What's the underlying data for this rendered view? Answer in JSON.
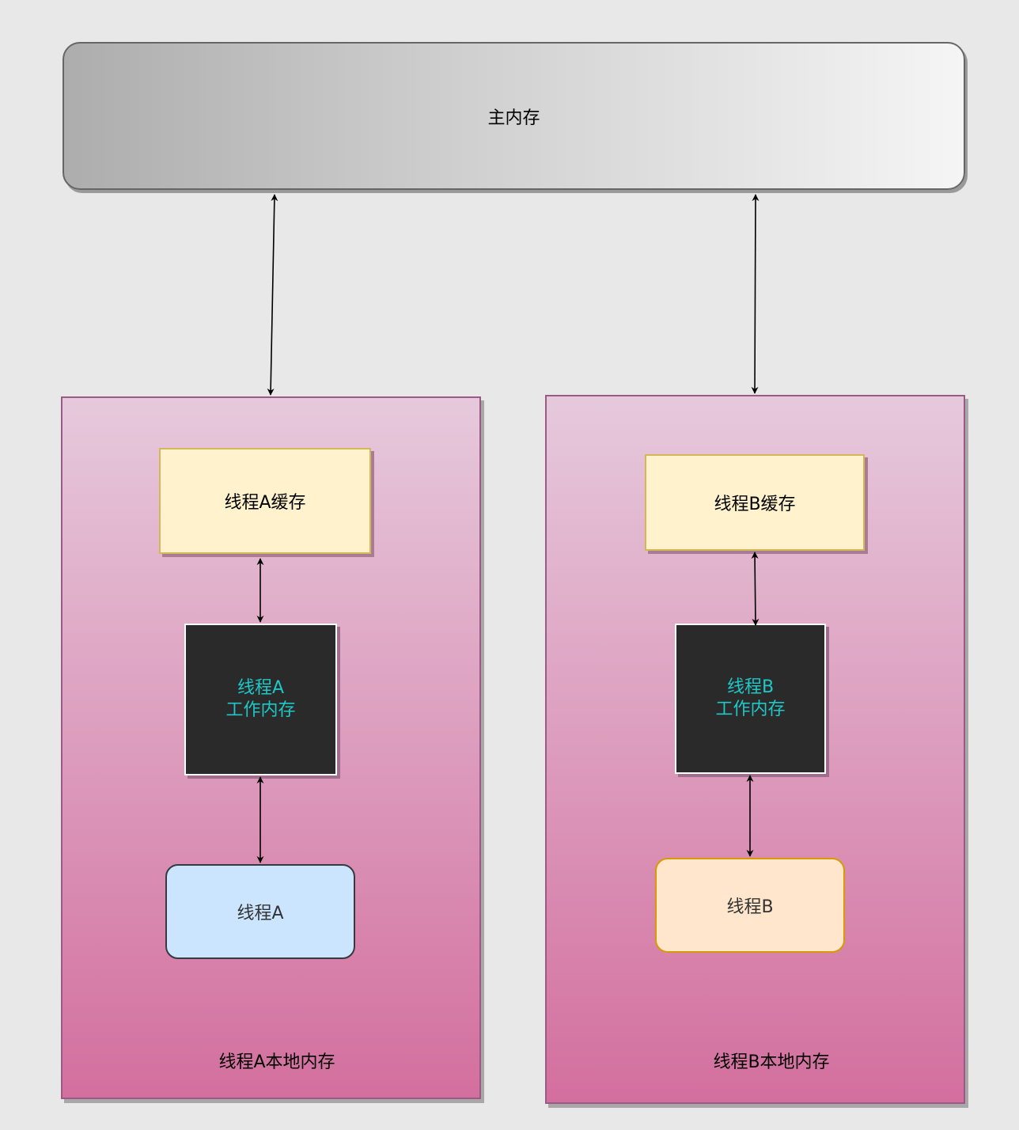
{
  "main_memory": {
    "label": "主内存"
  },
  "thread_a": {
    "panel_label": "线程A本地内存",
    "cache_label": "线程A缓存",
    "work_line1": "线程A",
    "work_line2": "工作内存",
    "thread_label": "线程A"
  },
  "thread_b": {
    "panel_label": "线程B本地内存",
    "cache_label": "线程B缓存",
    "work_line1": "线程B",
    "work_line2": "工作内存",
    "thread_label": "线程B"
  },
  "colors": {
    "background": "#e8e8e8",
    "panel_gradient_top": "#e6c9dc",
    "panel_gradient_bottom": "#d36f9e",
    "cache_fill": "#fff2cc",
    "cache_border": "#d6b656",
    "work_fill": "#2a2a2a",
    "work_text": "#1ec8c8",
    "thread_a_fill": "#cce5ff",
    "thread_b_fill": "#ffe6cc",
    "thread_b_border": "#d79b00"
  }
}
